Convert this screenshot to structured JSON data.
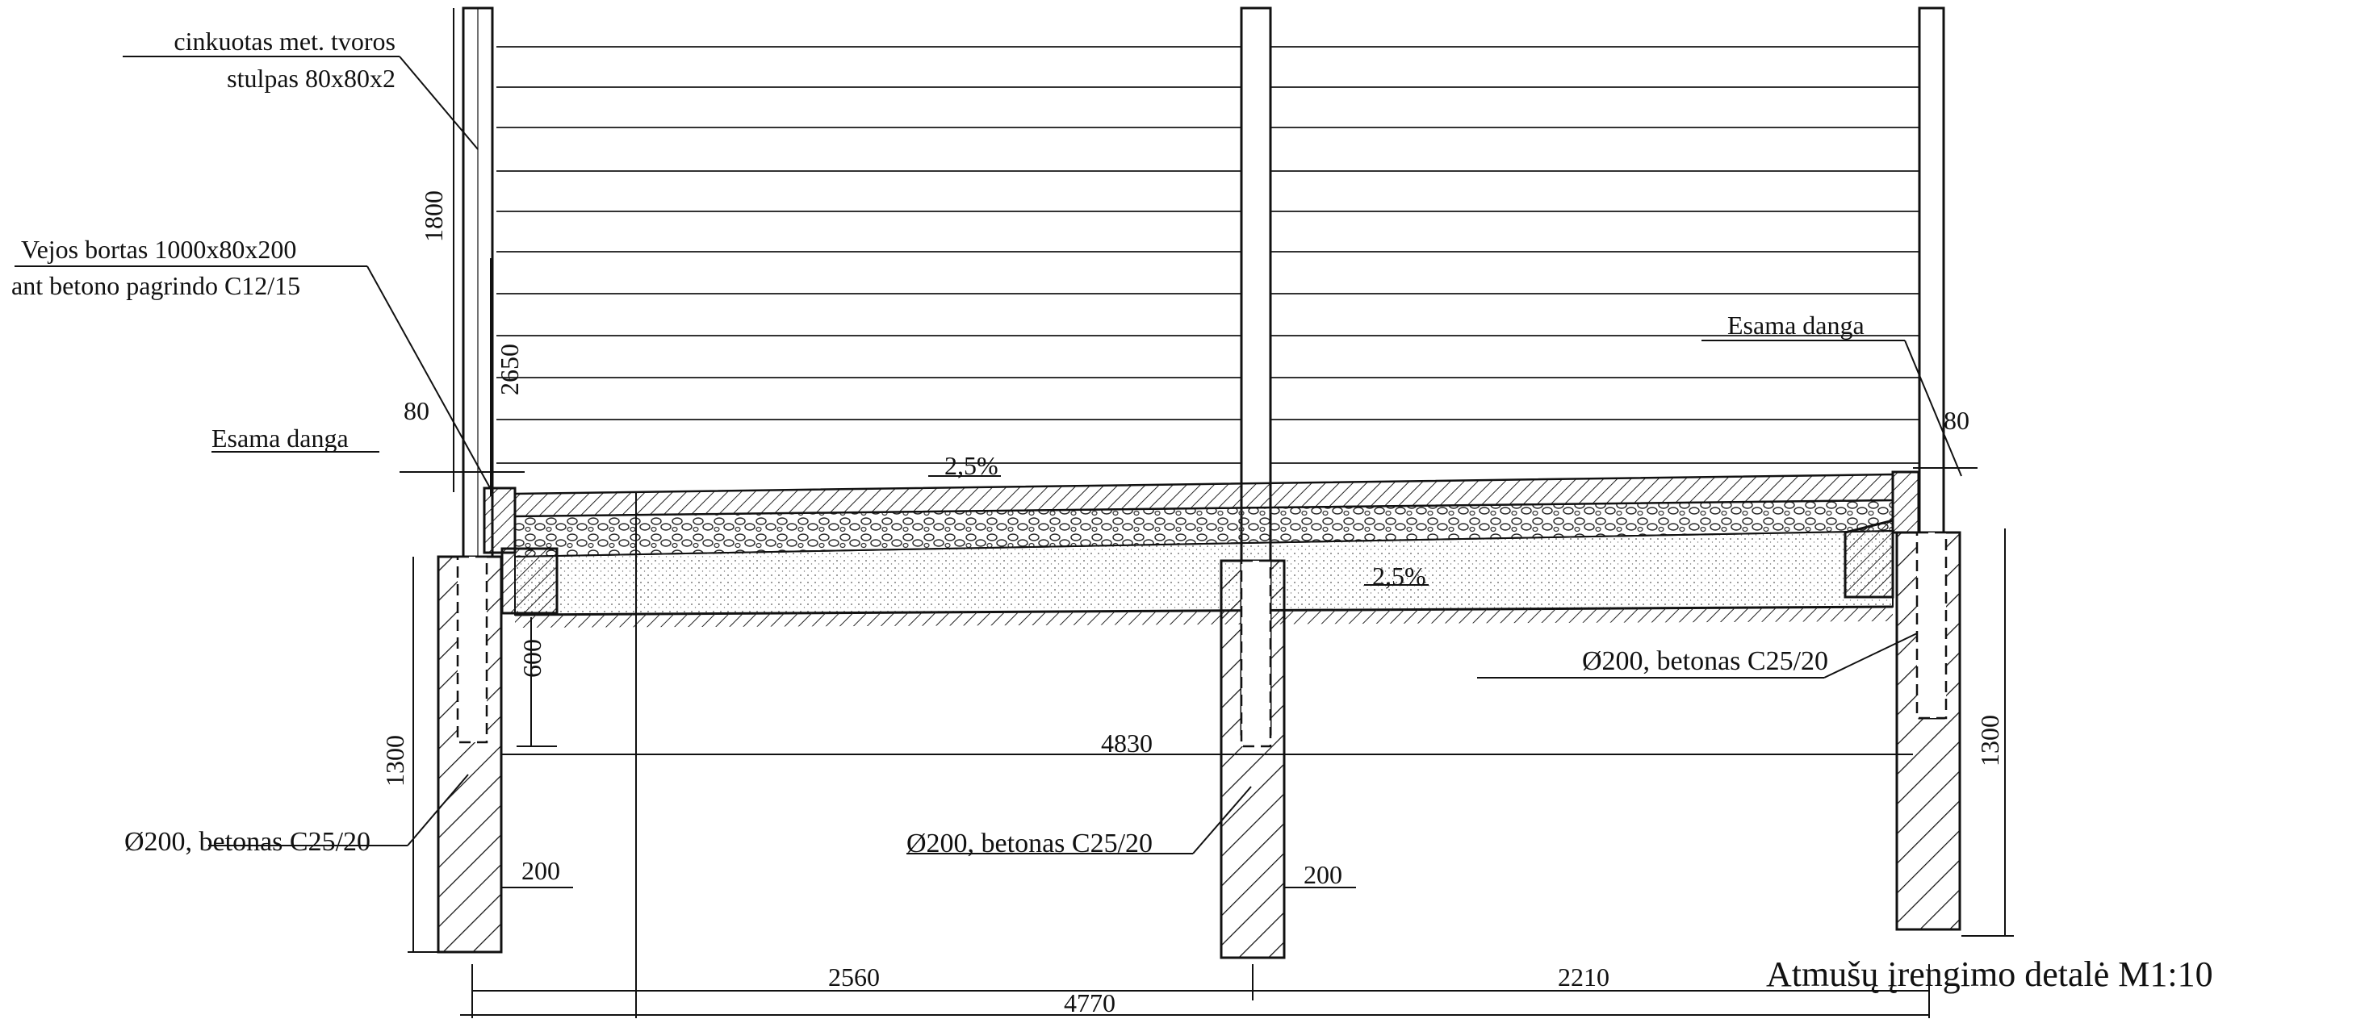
{
  "title": "Atmušų įrengimo detalė  M1:10",
  "callouts": {
    "post_line1": "cinkuotas met. tvoros",
    "post_line2": "stulpas 80x80x2",
    "curb_line1": "Vejos bortas 1000x80x200",
    "curb_line2": "ant betono pagrindo C12/15",
    "existing_left": "Esama danga",
    "existing_right": "Esama danga",
    "found_left": "Ø200, betonas C25/20",
    "found_mid": "Ø200, betonas C25/20",
    "found_right": "Ø200, betonas C25/20"
  },
  "slopes": {
    "top": "2,5%",
    "base": "2,5%"
  },
  "dimensions": {
    "d1800": "1800",
    "d2650": "2650",
    "d80_left": "80",
    "d80_right": "80",
    "d600": "600",
    "d1300_left": "1300",
    "d1300_right": "1300",
    "d200_left": "200",
    "d200_mid": "200",
    "d4830": "4830",
    "d2560": "2560",
    "d2210": "2210",
    "d4770": "4770"
  },
  "colors": {
    "ink": "#111111",
    "paper": "#ffffff"
  }
}
